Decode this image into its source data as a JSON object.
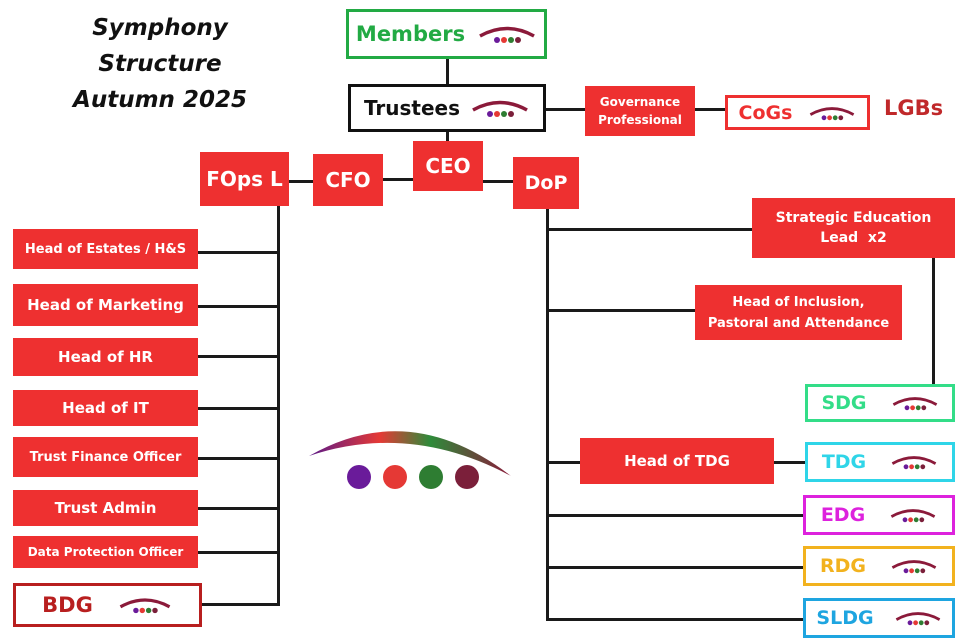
{
  "title": {
    "line1": "Symphony",
    "line2": "Structure",
    "line3": "Autumn 2025"
  },
  "members": "Members",
  "trustees": "Trustees",
  "governance": {
    "line1": "Governance",
    "line2": "Professional"
  },
  "cogs": "CoGs",
  "lgbs": "LGBs",
  "fops": "FOps L",
  "cfo": "CFO",
  "ceo": "CEO",
  "dop": "DoP",
  "left_roles": [
    "Head of Estates / H&S",
    "Head of Marketing",
    "Head of HR",
    "Head of IT",
    "Trust Finance Officer",
    "Trust Admin",
    "Data Protection Officer"
  ],
  "bdg": "BDG",
  "strategic": {
    "line1": "Strategic Education",
    "line2": "Lead  x2"
  },
  "inclusion": {
    "line1": "Head of Inclusion,",
    "line2": "Pastoral and Attendance"
  },
  "head_tdg": "Head of TDG",
  "groups": [
    "SDG",
    "TDG",
    "EDG",
    "RDG",
    "SLDG"
  ],
  "colors": {
    "red": "#ee3030",
    "members_green": "#22aa44",
    "sdg": "#33dd88",
    "tdg": "#2fd5e8",
    "edg": "#dd22dd",
    "rdg": "#f2b21e",
    "sldg": "#1ea5e0",
    "bdg": "#b81f1f"
  },
  "icons": {
    "logo": "symphony-arc-dots-logo"
  }
}
